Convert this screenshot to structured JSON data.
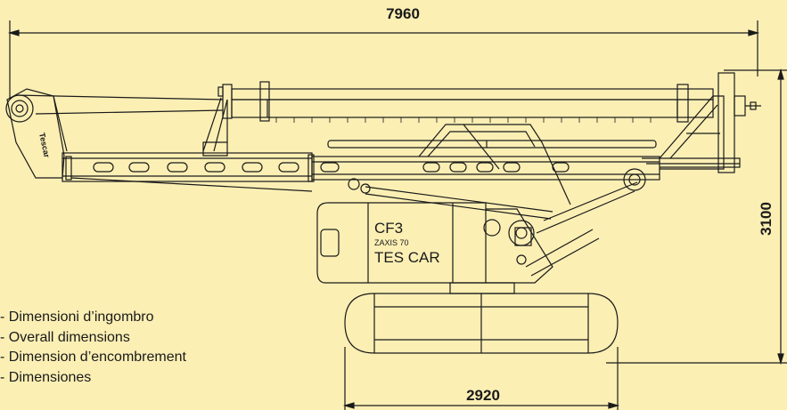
{
  "dimensions": {
    "overall_length": "7960",
    "height": "3100",
    "track_width": "2920"
  },
  "machine_markings": {
    "model": "CF3",
    "base": "ZAXIS 70",
    "maker": "TES CAR",
    "boom_brand": "Tescar"
  },
  "legend": [
    "- Dimensioni d’ingombro",
    "- Overall dimensions",
    "- Dimension d’encombrement",
    "- Dimensiones"
  ],
  "colors": {
    "background": "#fcefb4",
    "line": "#1a1a1a"
  }
}
